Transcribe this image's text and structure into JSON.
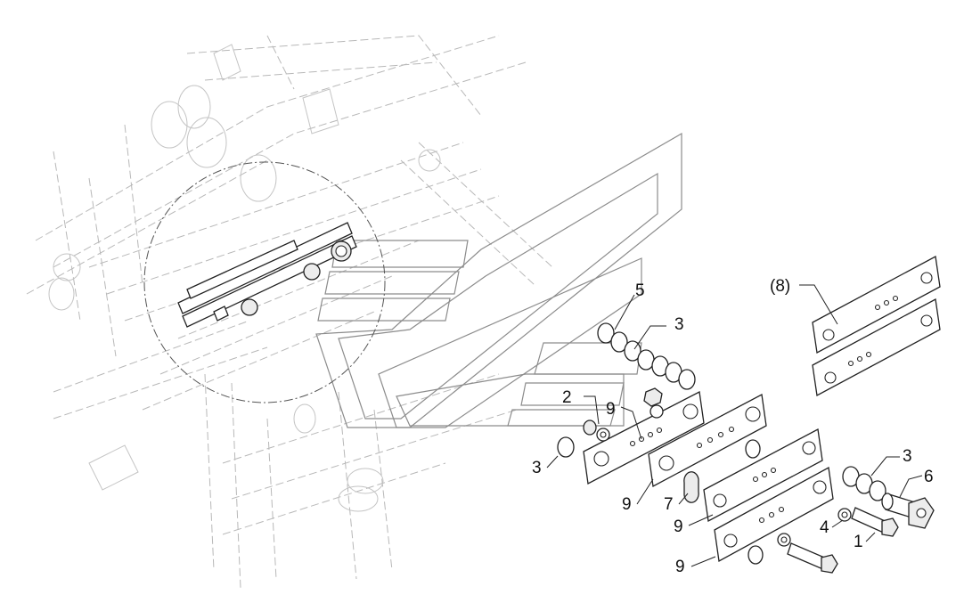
{
  "callouts": {
    "c5": "5",
    "c3a": "3",
    "c2": "2",
    "c9a": "9",
    "c3b": "3",
    "c9b": "9",
    "c7": "7",
    "c9c": "9",
    "c9d": "9",
    "c8": "(8)",
    "c3c": "3",
    "c6": "6",
    "c4": "4",
    "c1": "1"
  }
}
